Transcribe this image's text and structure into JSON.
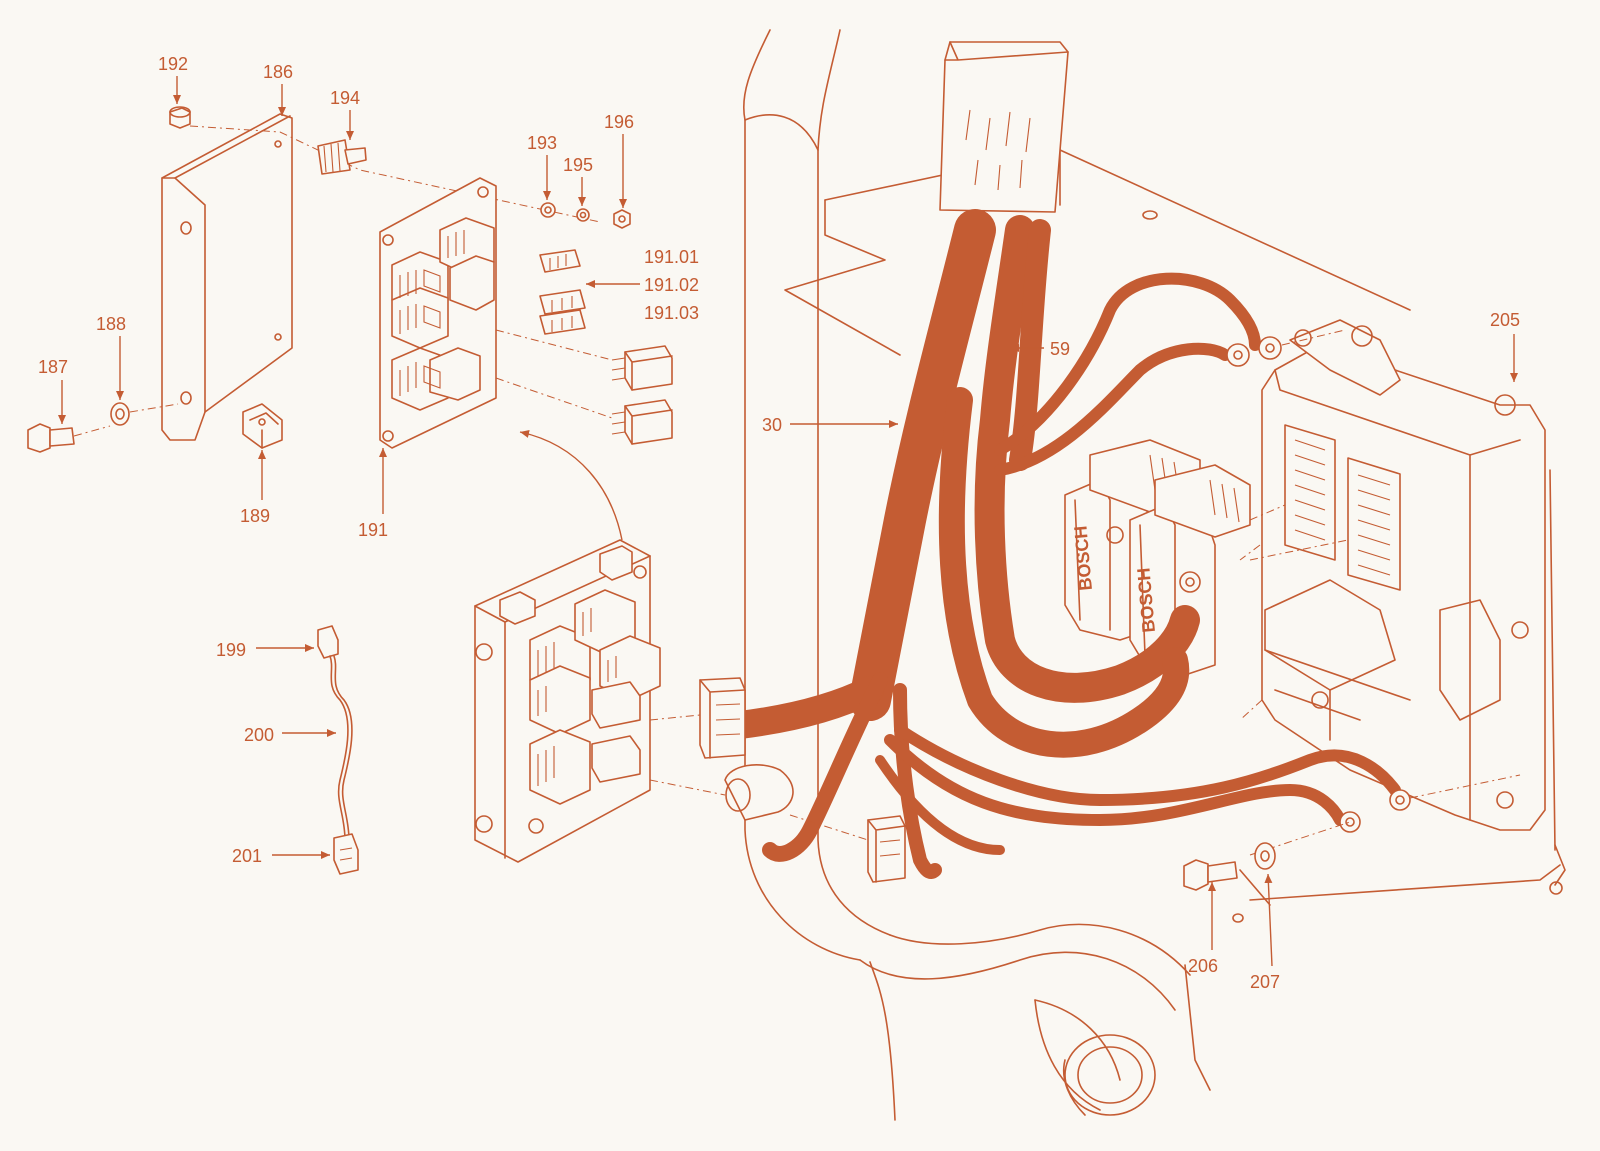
{
  "colors": {
    "ink": "#c45c33",
    "paper": "#faf8f3"
  },
  "callouts": {
    "p192": "192",
    "p186": "186",
    "p194": "194",
    "p193": "193",
    "p196": "196",
    "p195": "195",
    "p191_01": "191.01",
    "p191_02": "191.02",
    "p191_03": "191.03",
    "p188": "188",
    "p187": "187",
    "p189": "189",
    "p191": "191",
    "p59": "59",
    "p30": "30",
    "p205": "205",
    "p199": "199",
    "p200": "200",
    "p201": "201",
    "p206": "206",
    "p207": "207"
  },
  "brand_marks": [
    "BOSCH",
    "BOSCH"
  ]
}
